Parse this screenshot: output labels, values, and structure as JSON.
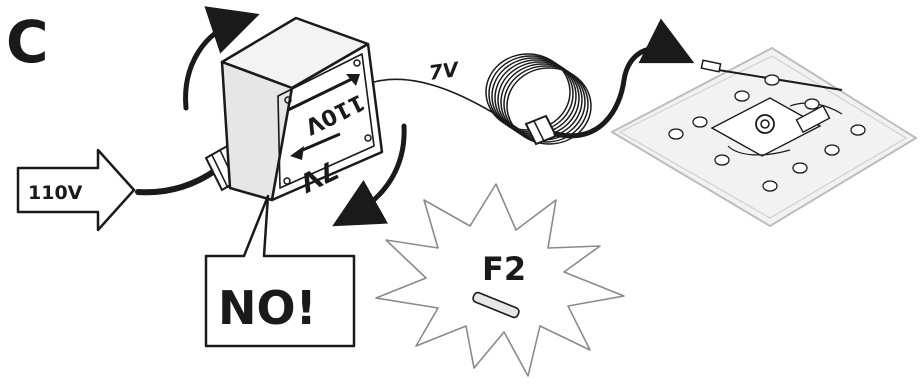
{
  "figure": {
    "step_letter": "C",
    "input_voltage": "110V",
    "box_label_top": "110V",
    "box_label_bottom": "7V",
    "cable_voltage": "7V",
    "warning_text": "NO!",
    "fuse_label": "F2"
  },
  "colors": {
    "ink": "#1a1a1a",
    "light_gray": "#e6e6e6",
    "mid_gray": "#bdbdbd",
    "board": "#f2f2f2"
  }
}
